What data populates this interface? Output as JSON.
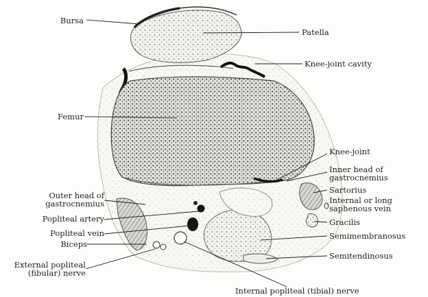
{
  "labels": {
    "bursa": "Bursa",
    "patella": "Patella",
    "knee_joint_cavity": "Knee-joint cavity",
    "femur": "Femur",
    "knee_joint": "Knee-joint",
    "inner_head_gastrocnemius": [
      "Inner head of",
      "gastrocnemius"
    ],
    "sartorius": "Sartorius",
    "internal_long_saphenous_vein": [
      "Internal or long",
      "saphenous vein"
    ],
    "outer_head_gastrocnemius": [
      "Outer head of",
      "gastrocnemius"
    ],
    "popliteal_artery": "Popliteal artery",
    "popliteal_vein": "Popliteal vein",
    "gracilis": "Gracilis",
    "semimembranosus": "Semimembranosus",
    "biceps": "Biceps",
    "semitendinosus": "Semitendinosus",
    "external_popliteal_nerve": [
      "External popliteal",
      "(fibular) nerve"
    ],
    "internal_popliteal_nerve": "Internal popliteal (tibial) nerve"
  }
}
